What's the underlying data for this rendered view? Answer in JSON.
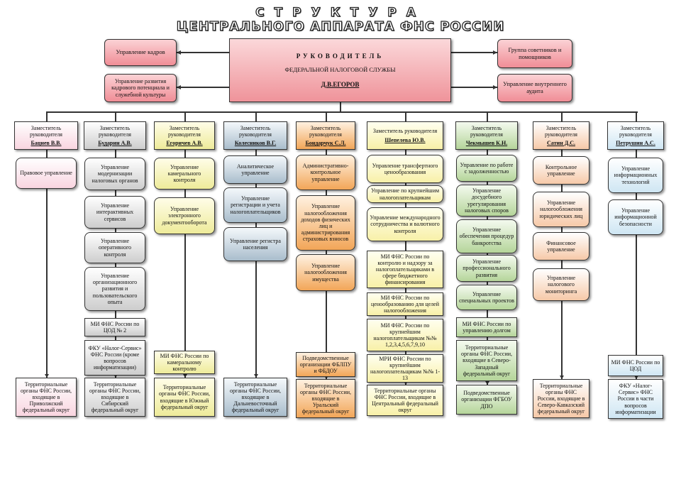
{
  "title": {
    "line1": "СТРУКТУРА",
    "line2": "ЦЕНТРАЛЬНОГО АППАРАТА ФНС РОССИИ"
  },
  "head": {
    "title": "РУКОВОДИТЕЛЬ",
    "subtitle": "ФЕДЕРАЛЬНОЙ НАЛОГОВОЙ СЛУЖБЫ",
    "name": "Д.В.ЕГОРОВ"
  },
  "left_units": {
    "personnel": "Управление кадров",
    "development": "Управление развития кадрового потенциала и служебной культуры"
  },
  "right_units": {
    "advisers": "Группа советников и помощников",
    "audit": "Управление внутреннего аудита"
  },
  "deputy_label": "Заместитель руководителя",
  "columns": [
    {
      "name": "Бациев В.В.",
      "color": "#f9d5e0",
      "units": [
        "Правовое управление"
      ],
      "offices": [],
      "territorial": "Территориальные органы ФНС России, входящие в Приволжский федеральный округ"
    },
    {
      "name": "Бударин А.В.",
      "color": "#cdcdcd",
      "units": [
        "Управление модернизации налоговых органов",
        "Управление интерактивных сервисов",
        "Управление оперативного контроля",
        "Управление организационного развития и пользовательского опыта"
      ],
      "offices": [
        "МИ ФНС России по ЦОД № 2",
        "ФКУ «Налог-Сервис» ФНС России (кроме вопросов информатизации)"
      ],
      "territorial": "Территориальные органы ФНС России, входящие в Сибирский федеральный округ"
    },
    {
      "name": "Егоричев А.В.",
      "color": "#eeeb9a",
      "units": [
        "Управление камерального контроля",
        "Управление электронного документооборота"
      ],
      "offices": [
        "МИ ФНС России по камеральному контролю"
      ],
      "territorial": "Территориальные органы ФНС России, входящие в Южный федеральный округ"
    },
    {
      "name": "Колесников В.Г.",
      "color": "#a9bdcc",
      "units": [
        "Аналитическое управление",
        "Управление регистрации и учета налогоплательщиков",
        "Управление регистра населения"
      ],
      "offices": [],
      "territorial": "Территориальные органы ФНС России, входящие в Дальневосточный федеральный округ"
    },
    {
      "name": "Бондарчук С.Л.",
      "color": "#f2a658",
      "units": [
        "Административно-контрольное управление",
        "Управление налогообложения доходов физических лиц и администрирования страховых взносов",
        "Управление налогообложения имущества"
      ],
      "offices": [
        "Подведомственные организации ФБЛПУ и ФБДОУ"
      ],
      "territorial": "Территориальные органы ФНС России, входящие в Уральский федеральный округ"
    },
    {
      "name": "Шепелева Ю.В.",
      "color": "#f8f0a8",
      "units": [
        "Управление трансфертного ценообразования",
        "Управление по крупнейшим налогоплательщикам",
        "Управление международного сотрудничества и валютного контроля"
      ],
      "offices": [
        "МИ ФНС России по контролю и надзору за налогоплательщиками в сфере бюджетного финансирования",
        "МИ ФНС России по ценообразованию для целей налогообложения",
        "МИ ФНС России по крупнейшим налогоплательщикам №№ 1,2,3,4,5,6,7,9,10",
        "МРИ ФНС России по крупнейшим налогоплательщикам №№ 1-13"
      ],
      "territorial": "Территориальные органы ФНС России, входящие в Центральный федеральный округ"
    },
    {
      "name": "Чекмышев К.Н.",
      "color": "#b5d59a",
      "units": [
        "Управление по работе с задолженностью",
        "Управление досудебного урегулирования налоговых споров",
        "Управление обеспечения процедур банкротства",
        "Управление профессионального развития",
        "Управление специальных проектов"
      ],
      "offices": [
        "МИ ФНС России по управлению долгом",
        "Территориальные органы ФНС России, входящие в Северо-Западный федеральный округ"
      ],
      "territorial": "Подведомственные организации ФГБОУ ДПО"
    },
    {
      "name": "Сатин Д.С.",
      "color": "#f6c9a8",
      "units": [
        "Контрольное управление",
        "Управление налогообложения юридических лиц",
        "Финансовое управление",
        "Управление налогового мониторинга"
      ],
      "offices": [],
      "territorial": "Территориальные органы ФНС России, входящие в Северо-Кавказский федеральный округ"
    },
    {
      "name": "Петрушин А.С.",
      "color": "#cfe6f3",
      "units": [
        "Управление информационных технологий",
        "Управление информационной безопасности"
      ],
      "offices": [
        "МИ ФНС России по ЦОД"
      ],
      "territorial": "ФКУ «Налог-Сервис» ФНС России в части вопросов информатизации"
    }
  ]
}
